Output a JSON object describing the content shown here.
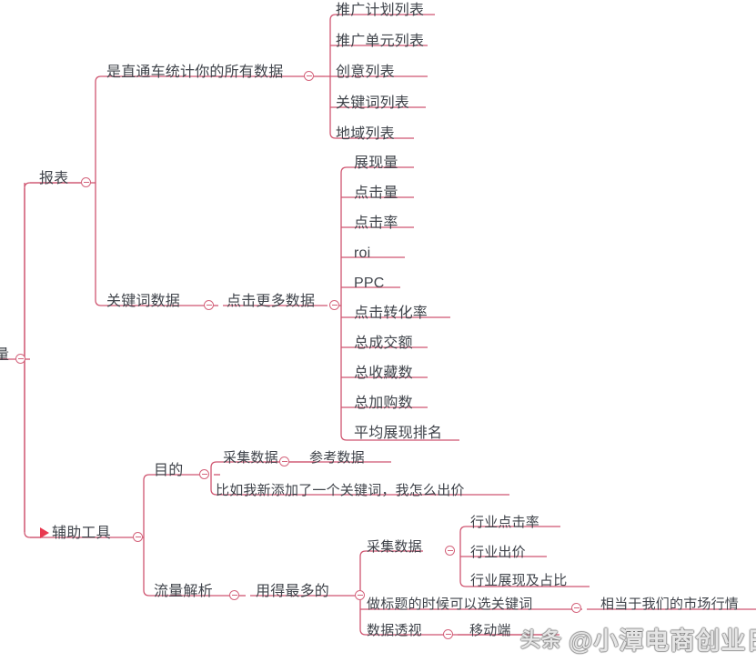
{
  "meta": {
    "line_color": "#cf5570",
    "text_color": "#40444b",
    "flag_color": "#e8384f",
    "background": "#ffffff",
    "collapse_icon": "minus-circle-icon",
    "flag_icon": "red-flag-icon"
  },
  "watermark": {
    "prefix": "头条",
    "handle": "@小潭电商创业日记"
  },
  "mindmap": {
    "root": {
      "label": "量",
      "truncated": true
    },
    "branch_reports": {
      "label": "报表",
      "children": {
        "all_data": {
          "label": "是直通车统计你的所有数据",
          "leaves": [
            "推广计划列表",
            "推广单元列表",
            "创意列表",
            "关键词列表",
            "地域列表"
          ]
        },
        "keyword_data": {
          "label": "关键词数据",
          "child_label": "点击更多数据",
          "leaves": [
            "展现量",
            "点击量",
            "点击率",
            "roi",
            "PPC",
            "点击转化率",
            "总成交额",
            "总收藏数",
            "总加购数",
            "平均展现排名"
          ]
        }
      }
    },
    "branch_tools": {
      "label": "辅助工具",
      "has_flag": true,
      "children": {
        "purpose": {
          "label": "目的",
          "items": [
            {
              "label": "采集数据",
              "child": "参考数据",
              "has_collapse": true
            },
            {
              "label": "比如我新添加了一个关键词，我怎么出价",
              "has_collapse": false
            }
          ]
        },
        "traffic_analysis": {
          "label": "流量解析",
          "child_label": "用得最多的",
          "items": [
            {
              "label": "采集数据",
              "has_collapse": true,
              "leaves": [
                "行业点击率",
                "行业出价",
                "行业展现及占比"
              ]
            },
            {
              "label": "做标题的时候可以选关键词",
              "has_collapse": true,
              "child": "相当于我们的市场行情"
            },
            {
              "label": "数据透视",
              "has_collapse": true,
              "child": "移动端"
            }
          ]
        }
      }
    }
  }
}
